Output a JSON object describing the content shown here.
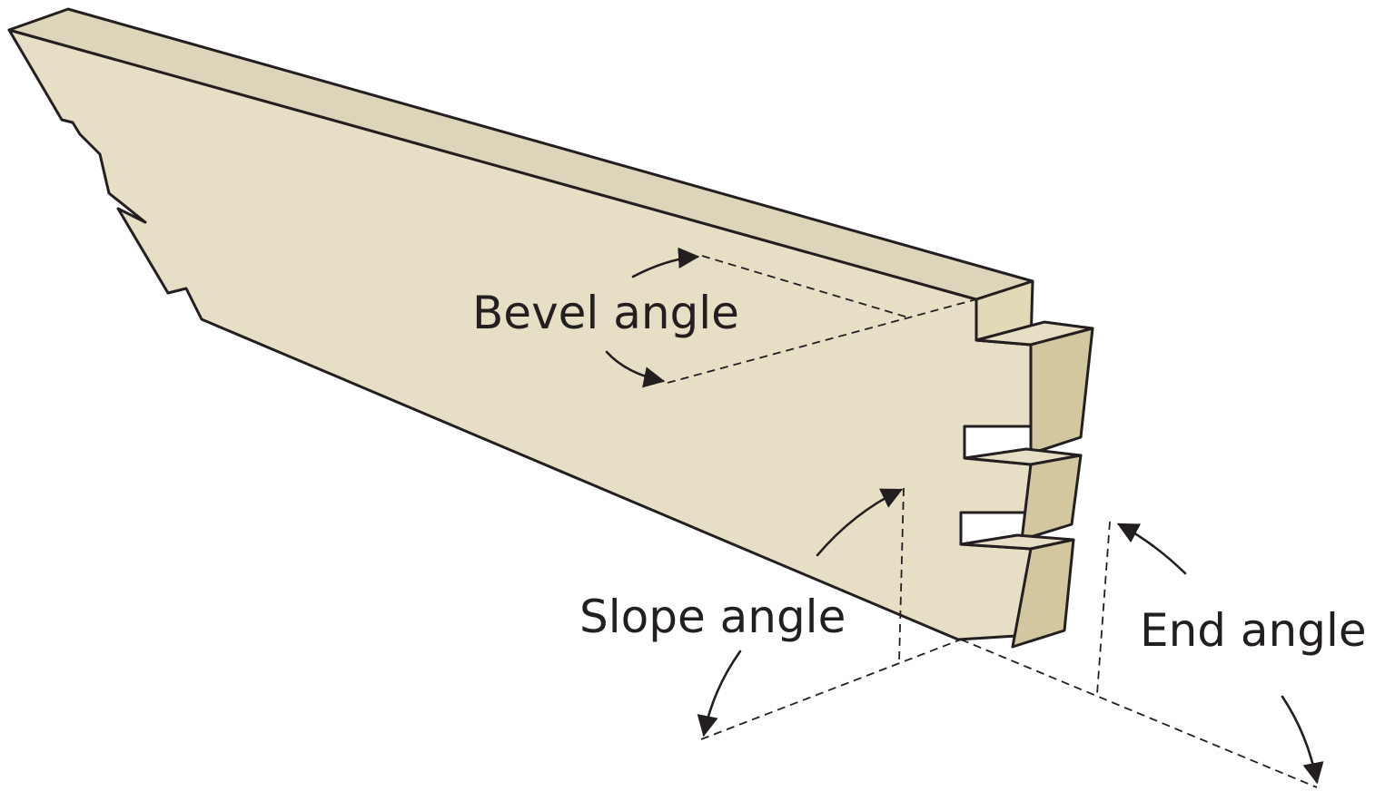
{
  "labels": {
    "bevel": "Bevel angle",
    "slope": "Slope angle",
    "end": "End angle"
  },
  "colors": {
    "face": "#e6dfc5",
    "top_edge": "#ddd5b9",
    "end_grain": "#e2d9b6",
    "end_grain_dark": "#d3c79f",
    "line": "#231f20",
    "background": "#ffffff"
  },
  "icons": {
    "arrow_head": "arrowhead-icon"
  }
}
